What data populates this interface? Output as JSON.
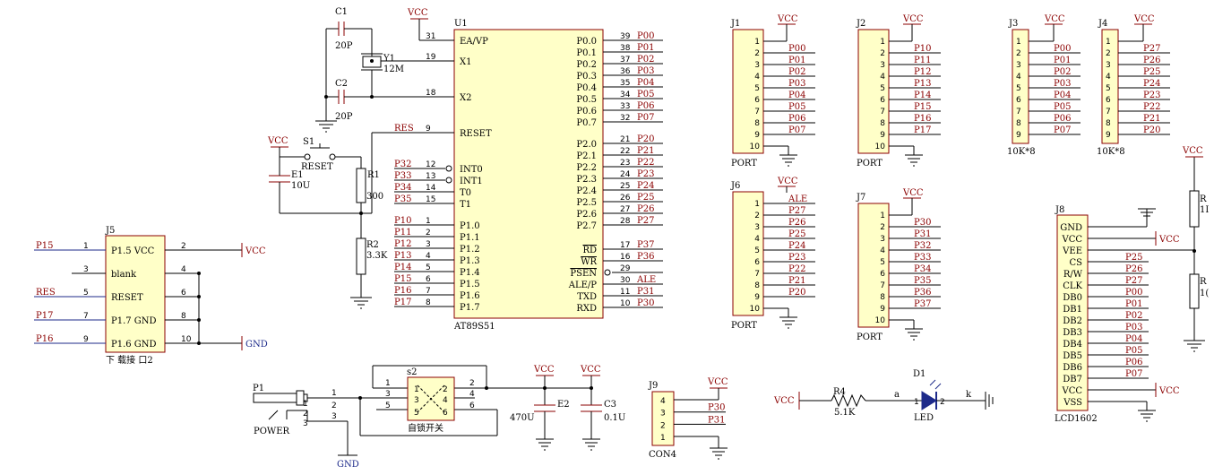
{
  "u1": {
    "ref": "U1",
    "part": "AT89S51",
    "left_pins": [
      {
        "num": "31",
        "name": "EA/VP"
      },
      {
        "num": "19",
        "name": "X1"
      },
      {
        "num": "18",
        "name": "X2"
      },
      {
        "num": "9",
        "name": "RESET"
      },
      {
        "num": "12",
        "name": "INT0",
        "net": "P32"
      },
      {
        "num": "13",
        "name": "INT1",
        "net": "P33"
      },
      {
        "num": "14",
        "name": "T0",
        "net": "P34"
      },
      {
        "num": "15",
        "name": "T1",
        "net": "P35"
      },
      {
        "num": "1",
        "name": "P1.0",
        "net": "P10"
      },
      {
        "num": "2",
        "name": "P1.1",
        "net": "P11"
      },
      {
        "num": "3",
        "name": "P1.2",
        "net": "P12"
      },
      {
        "num": "4",
        "name": "P1.3",
        "net": "P13"
      },
      {
        "num": "5",
        "name": "P1.4",
        "net": "P14"
      },
      {
        "num": "6",
        "name": "P1.5",
        "net": "P15"
      },
      {
        "num": "7",
        "name": "P1.6",
        "net": "P16"
      },
      {
        "num": "8",
        "name": "P1.7",
        "net": "P17"
      }
    ],
    "reset_net": "RES",
    "right_pins": [
      {
        "num": "39",
        "name": "P0.0",
        "net": "P00"
      },
      {
        "num": "38",
        "name": "P0.1",
        "net": "P01"
      },
      {
        "num": "37",
        "name": "P0.2",
        "net": "P02"
      },
      {
        "num": "36",
        "name": "P0.3",
        "net": "P03"
      },
      {
        "num": "35",
        "name": "P0.4",
        "net": "P04"
      },
      {
        "num": "34",
        "name": "P0.5",
        "net": "P05"
      },
      {
        "num": "33",
        "name": "P0.6",
        "net": "P06"
      },
      {
        "num": "32",
        "name": "P0.7",
        "net": "P07"
      },
      {
        "num": "21",
        "name": "P2.0",
        "net": "P20"
      },
      {
        "num": "22",
        "name": "P2.1",
        "net": "P21"
      },
      {
        "num": "23",
        "name": "P2.2",
        "net": "P22"
      },
      {
        "num": "24",
        "name": "P2.3",
        "net": "P23"
      },
      {
        "num": "25",
        "name": "P2.4",
        "net": "P24"
      },
      {
        "num": "26",
        "name": "P2.5",
        "net": "P25"
      },
      {
        "num": "27",
        "name": "P2.6",
        "net": "P26"
      },
      {
        "num": "28",
        "name": "P2.7",
        "net": "P27"
      },
      {
        "num": "17",
        "name": "RD",
        "net": "P37"
      },
      {
        "num": "16",
        "name": "WR",
        "net": "P36"
      },
      {
        "num": "29",
        "name": "PSEN",
        "net": ""
      },
      {
        "num": "30",
        "name": "ALE/P",
        "net": "ALE"
      },
      {
        "num": "11",
        "name": "TXD",
        "net": "P31"
      },
      {
        "num": "10",
        "name": "RXD",
        "net": "P30"
      }
    ]
  },
  "osc": {
    "c1": "C1",
    "c1_val": "20P",
    "c2": "C2",
    "c2_val": "20P",
    "y1": "Y1",
    "y1_val": "12M"
  },
  "reset_circuit": {
    "s1": "S1",
    "s1_label": "RESET",
    "e1": "E1",
    "e1_val": "10U",
    "r1": "R1",
    "r1_val": "300",
    "r2": "R2",
    "r2_val": "3.3K"
  },
  "power_label": "VCC",
  "gnd_label": "GND",
  "ports": [
    {
      "ref": "J1",
      "footer": "PORT",
      "nets": [
        "P00",
        "P01",
        "P02",
        "P03",
        "P04",
        "P05",
        "P06",
        "P07"
      ]
    },
    {
      "ref": "J2",
      "footer": "PORT",
      "nets": [
        "P10",
        "P11",
        "P12",
        "P13",
        "P14",
        "P15",
        "P16",
        "P17"
      ]
    },
    {
      "ref": "J6",
      "footer": "PORT",
      "nets": [
        "ALE",
        "P27",
        "P26",
        "P25",
        "P24",
        "P23",
        "P22",
        "P21",
        "P20"
      ]
    },
    {
      "ref": "J7",
      "footer": "PORT",
      "nets": [
        "P30",
        "P31",
        "P32",
        "P33",
        "P34",
        "P35",
        "P36",
        "P37"
      ]
    }
  ],
  "resnets": [
    {
      "ref": "J3",
      "footer": "10K*8",
      "nets": [
        "P00",
        "P01",
        "P02",
        "P03",
        "P04",
        "P05",
        "P06",
        "P07"
      ]
    },
    {
      "ref": "J4",
      "footer": "10K*8",
      "nets": [
        "P27",
        "P26",
        "P25",
        "P24",
        "P23",
        "P22",
        "P21",
        "P20"
      ]
    }
  ],
  "j5": {
    "ref": "J5",
    "footer": "下 载接 口2",
    "rows": [
      {
        "lnum": "1",
        "net": "P15",
        "text": "P1.5 VCC",
        "rnum": "2",
        "rnet": "VCC"
      },
      {
        "lnum": "3",
        "net": "",
        "text": "blank",
        "rnum": "4",
        "rnet": ""
      },
      {
        "lnum": "5",
        "net": "RES",
        "text": "RESET",
        "rnum": "6",
        "rnet": ""
      },
      {
        "lnum": "7",
        "net": "P17",
        "text": "P1.7 GND",
        "rnum": "8",
        "rnet": ""
      },
      {
        "lnum": "9",
        "net": "P16",
        "text": "P1.6 GND",
        "rnum": "10",
        "rnet": "GND"
      }
    ]
  },
  "j8": {
    "ref": "J8",
    "part": "LCD1602",
    "pins": [
      {
        "name": "GND",
        "net": ""
      },
      {
        "name": "VCC",
        "net": "VCC"
      },
      {
        "name": "VEE",
        "net": ""
      },
      {
        "name": "CS",
        "net": "P25"
      },
      {
        "name": "R/W",
        "net": "P26"
      },
      {
        "name": "CLK",
        "net": "P27"
      },
      {
        "name": "DB0",
        "net": "P00"
      },
      {
        "name": "DB1",
        "net": "P01"
      },
      {
        "name": "DB2",
        "net": "P02"
      },
      {
        "name": "DB3",
        "net": "P03"
      },
      {
        "name": "DB4",
        "net": "P04"
      },
      {
        "name": "DB5",
        "net": "P05"
      },
      {
        "name": "DB6",
        "net": "P06"
      },
      {
        "name": "DB7",
        "net": "P07"
      },
      {
        "name": "VCC",
        "net": "VCC"
      },
      {
        "name": "VSS",
        "net": ""
      }
    ],
    "r_top": "R",
    "r_top_val": "1I",
    "r_bot": "R",
    "r_bot_val": "1("
  },
  "power_section": {
    "p1": "P1",
    "p1_label": "POWER",
    "p1_pins": [
      "1",
      "2",
      "3"
    ],
    "p1_nets": [
      "1",
      "2",
      "3"
    ],
    "gnd": "GND",
    "s2": "s2",
    "s2_label": "自锁开关",
    "s2_pins": [
      "1",
      "2",
      "3",
      "4",
      "5",
      "6"
    ],
    "e2": "E2",
    "e2_val": "470U",
    "c3": "C3",
    "c3_val": "0.1U"
  },
  "j9": {
    "ref": "J9",
    "part": "CON4",
    "pins": [
      "4",
      "3",
      "2",
      "1"
    ],
    "nets": [
      "",
      "P30",
      "P31",
      ""
    ]
  },
  "led": {
    "r4": "R4",
    "r4_val": "5.1K",
    "d1": "D1",
    "d1_label": "LED",
    "node_a": "a",
    "node_k": "k",
    "pin1": "1",
    "pin2": "2"
  }
}
